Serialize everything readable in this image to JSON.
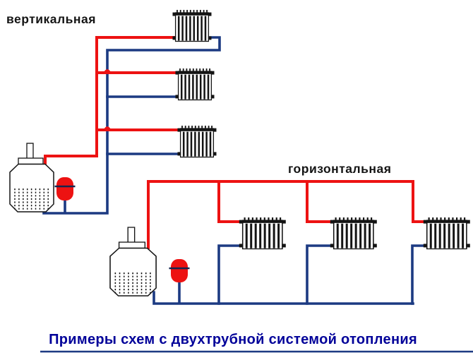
{
  "diagram": {
    "labels": {
      "vertical_scheme": "вертикальная",
      "horizontal_scheme": "горизонтальная",
      "caption": "Примеры схем с двухтрубной системой отопления"
    },
    "colors": {
      "supply": "#ed1212",
      "return": "#1c3a82",
      "outline": "#141414",
      "tank": "#ed1212",
      "tank_band": "#16254e",
      "caption_text": "#000099",
      "label_text": "#141414",
      "background": "#ffffff"
    },
    "schemes": [
      {
        "id": "vertical",
        "label": "вертикальная",
        "pipe_legend": {
          "supply": "red",
          "return": "dark-blue"
        },
        "components": {
          "boilers": 1,
          "expansion_tanks": 1,
          "radiators": 3
        }
      },
      {
        "id": "horizontal",
        "label": "горизонтальная",
        "pipe_legend": {
          "supply": "red",
          "return": "dark-blue"
        },
        "components": {
          "boilers": 1,
          "expansion_tanks": 1,
          "radiators": 3
        }
      }
    ]
  }
}
